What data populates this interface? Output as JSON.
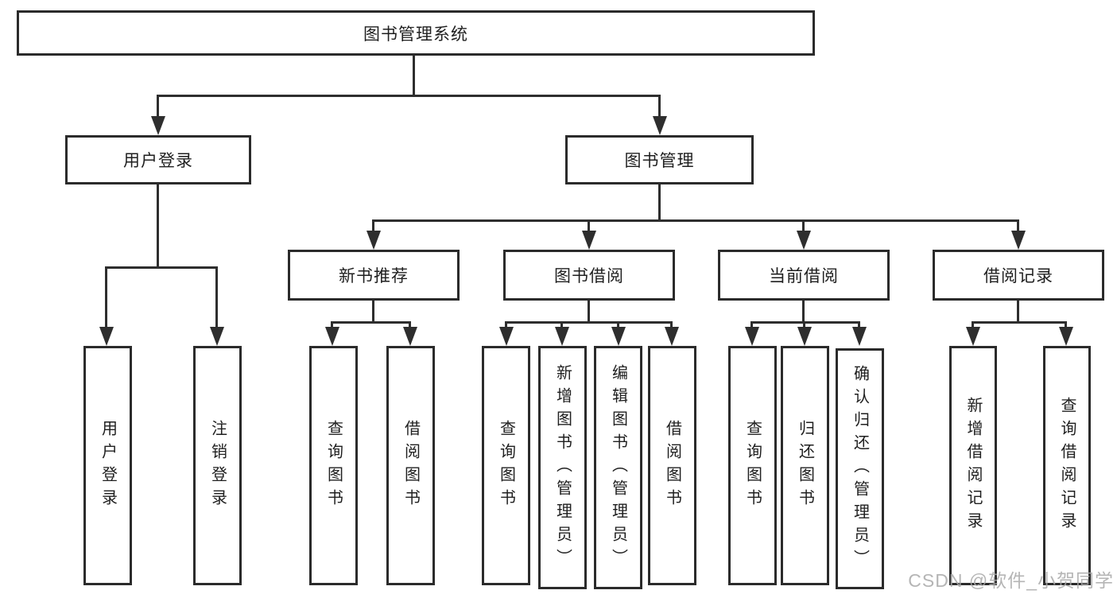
{
  "diagram": {
    "title": "图书管理系统",
    "watermark": "CSDN @软件_小贺同学",
    "colors": {
      "background": "#ffffff",
      "line": "#2e2e2e",
      "box_border": "#2b2b2b",
      "text": "#1f1f1f",
      "watermark": "#a8a8a8"
    },
    "nodes": {
      "root": {
        "label": "图书管理系统"
      },
      "user_login": {
        "label": "用户登录"
      },
      "book_mgmt": {
        "label": "图书管理"
      },
      "new_book_rec": {
        "label": "新书推荐"
      },
      "book_borrow": {
        "label": "图书借阅"
      },
      "current_borrow": {
        "label": "当前借阅"
      },
      "borrow_record": {
        "label": "借阅记录"
      },
      "leaf_user_login": {
        "label": "用户登录"
      },
      "leaf_logout": {
        "label": "注销登录"
      },
      "leaf_query_book_1": {
        "label": "查询图书"
      },
      "leaf_borrow_book_1": {
        "label": "借阅图书"
      },
      "leaf_query_book_2": {
        "label": "查询图书"
      },
      "leaf_add_book": {
        "label": "新增图书（管理员）"
      },
      "leaf_edit_book": {
        "label": "编辑图书（管理员）"
      },
      "leaf_borrow_book_2": {
        "label": "借阅图书"
      },
      "leaf_query_book_3": {
        "label": "查询图书"
      },
      "leaf_return_book": {
        "label": "归还图书"
      },
      "leaf_confirm_return": {
        "label": "确认归还（管理员）"
      },
      "leaf_add_record": {
        "label": "新增借阅记录"
      },
      "leaf_query_record": {
        "label": "查询借阅记录"
      }
    },
    "hierarchy": {
      "root": [
        "user_login",
        "book_mgmt"
      ],
      "user_login": [
        "leaf_user_login",
        "leaf_logout"
      ],
      "book_mgmt": [
        "new_book_rec",
        "book_borrow",
        "current_borrow",
        "borrow_record"
      ],
      "new_book_rec": [
        "leaf_query_book_1",
        "leaf_borrow_book_1"
      ],
      "book_borrow": [
        "leaf_query_book_2",
        "leaf_add_book",
        "leaf_edit_book",
        "leaf_borrow_book_2"
      ],
      "current_borrow": [
        "leaf_query_book_3",
        "leaf_return_book",
        "leaf_confirm_return"
      ],
      "borrow_record": [
        "leaf_add_record",
        "leaf_query_record"
      ]
    }
  }
}
